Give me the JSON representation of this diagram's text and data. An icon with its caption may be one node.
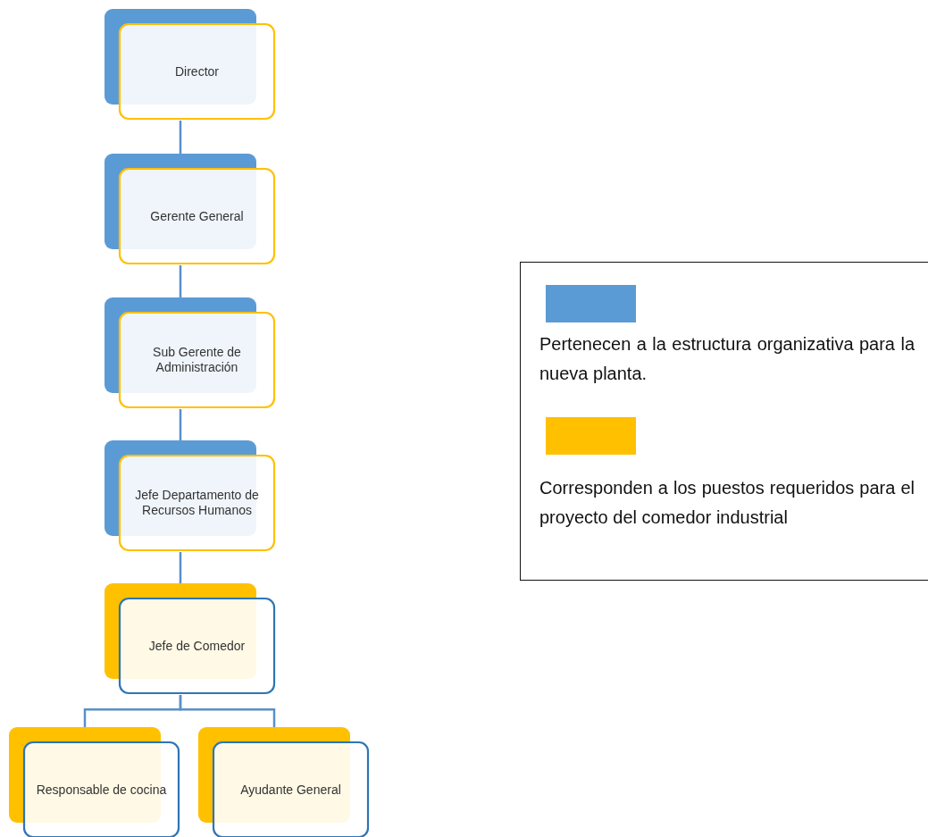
{
  "diagram": {
    "nodes": [
      {
        "text": [
          "Director"
        ]
      },
      {
        "text": [
          "Gerente General"
        ]
      },
      {
        "text": [
          "Sub Gerente de Administración"
        ]
      },
      {
        "text": [
          "Jefe Departamento de Recursos Humanos"
        ]
      },
      {
        "text": [
          "Jefe de Comedor"
        ]
      },
      {
        "text": [
          "Responsable de cocina"
        ]
      },
      {
        "text": [
          "Ayudante General"
        ]
      }
    ],
    "edges": [
      {
        "from": 0,
        "to": 1,
        "arrow": "none"
      },
      {
        "from": 1,
        "to": 2,
        "arrow": "none"
      },
      {
        "from": 2,
        "to": 3,
        "arrow": "none"
      },
      {
        "from": 3,
        "to": 4,
        "arrow": "none"
      },
      {
        "from": 4,
        "to": 5,
        "arrow": "none"
      },
      {
        "from": 4,
        "to": 6,
        "arrow": "none"
      }
    ],
    "legend": [
      {
        "text": "Pertenecen a la estructura organizativa para la nueva planta.",
        "color": "#5b9bd5"
      },
      {
        "text": "Corresponden a los puestos requeridos para el proyecto del comedor industrial",
        "color": "#ffc000"
      }
    ]
  }
}
